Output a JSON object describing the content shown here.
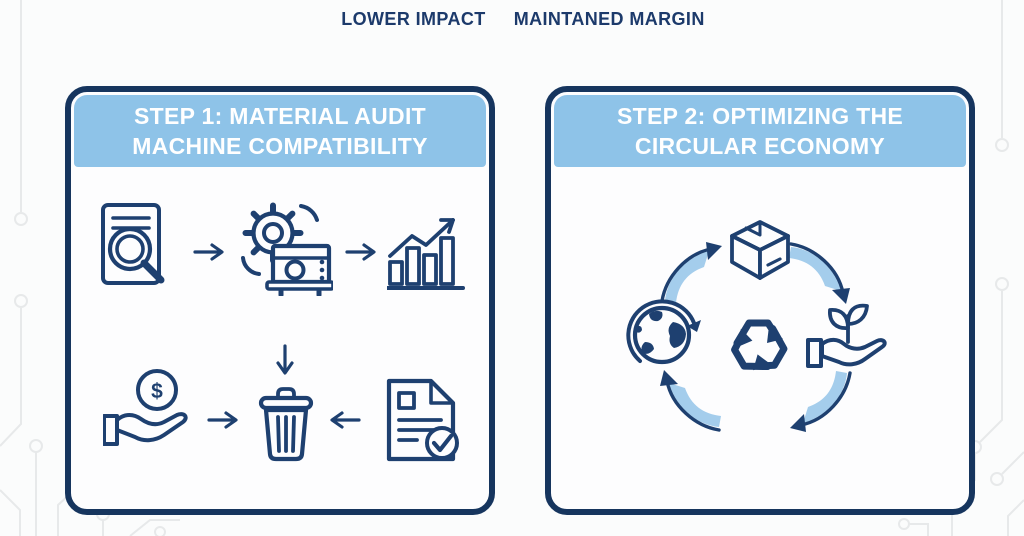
{
  "header": {
    "labels": [
      "LOWER IMPACT",
      "MAINTANED MARGIN"
    ]
  },
  "panels": [
    {
      "title_line1": "STEP 1: MATERIAL AUDIT",
      "title_line2": "MACHINE COMPATIBILITY",
      "flow_row_top": [
        "document-audit-search",
        "arrow-right",
        "machine-gear-compatibility",
        "arrow-right",
        "growth-chart"
      ],
      "flow_row_bottom": [
        "hand-dollar-savings",
        "arrow-right",
        "waste-bin",
        "arrow-left",
        "approved-document"
      ],
      "extra_arrow": "arrow-down-into-bin"
    },
    {
      "title_line1": "STEP 2: OPTIMIZING THE",
      "title_line2": "CIRCULAR ECONOMY",
      "cycle_icons": [
        "package-box",
        "hand-with-plant",
        "recycle-symbol",
        "globe"
      ],
      "cycle_arrow_count": 4,
      "cycle_direction": "clockwise"
    }
  ],
  "colors": {
    "page_bg": "#fbfcfc",
    "navy": "#16355e",
    "icon_navy": "#1e4070",
    "band_blue": "#8ec3e8",
    "arrow_blue": "#a4cdec",
    "header_text": "#1c3a6b",
    "title_text": "#ffffff",
    "circuit_gray": "#e7e9ea"
  }
}
